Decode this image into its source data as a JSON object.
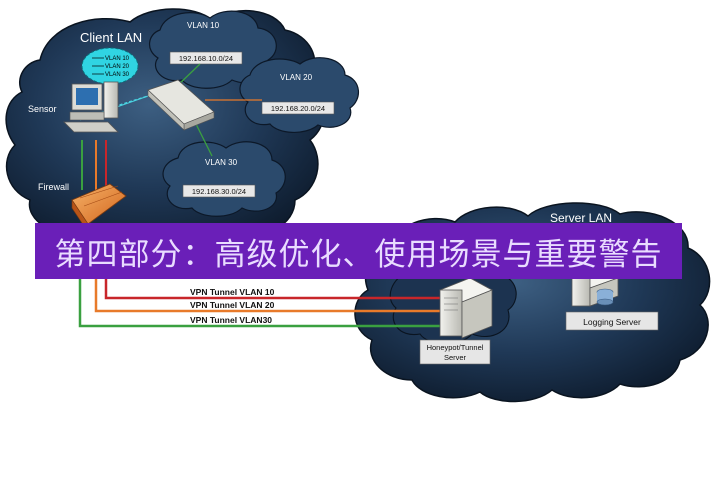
{
  "labels": {
    "client_lan": "Client LAN",
    "server_lan": "Server LAN",
    "vlan10": "VLAN 10",
    "vlan20": "VLAN 20",
    "vlan30": "VLAN 30",
    "subnet10": "192.168.10.0/24",
    "subnet20": "192.168.20.0/24",
    "subnet30": "192.168.30.0/24",
    "sensor": "Sensor",
    "firewall": "Firewall",
    "sensor_vlan10": "VLAN 10",
    "sensor_vlan20": "VLAN 20",
    "sensor_vlan30": "VLAN 30",
    "tunnel10": "VPN Tunnel  VLAN 10",
    "tunnel20": "VPN Tunnel VLAN 20",
    "tunnel30": "VPN Tunnel VLAN30",
    "honeypot_line1": "Honeypot/Tunnel",
    "honeypot_line2": "Server",
    "logging_server": "Logging Server"
  },
  "banner": "第四部分：高级优化、使用场景与重要警告",
  "colors": {
    "cloud": "#1a2f48",
    "cloud_highlight": "#4a6a8c",
    "tunnel10": "#c8262a",
    "tunnel20": "#e87a2a",
    "tunnel30": "#3aa040",
    "banner_bg": "#6a1fb8",
    "banner_text": "#e9dcff"
  },
  "icons": [
    "server-icon",
    "logging-server-icon",
    "switch-icon",
    "firewall-icon",
    "computer-icon",
    "sensor-bubble-icon"
  ]
}
